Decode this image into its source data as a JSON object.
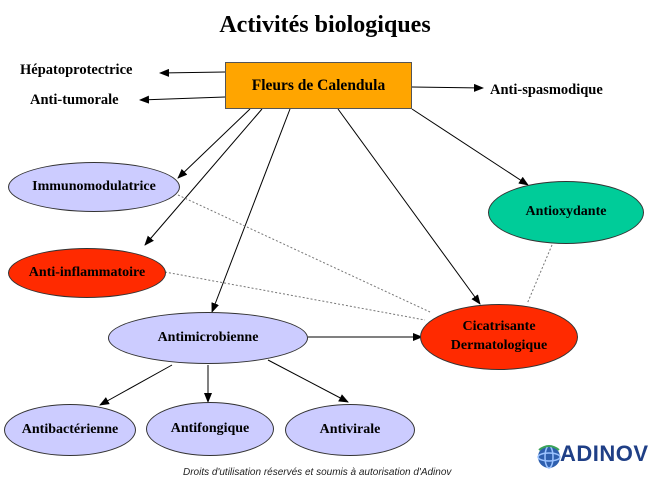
{
  "title": "Activités biologiques",
  "source": "Fleurs de Calendula",
  "outer_labels": {
    "hepatoprotectrice": "Hépatoprotectrice",
    "anti_tumorale": "Anti-tumorale",
    "anti_spasmodique": "Anti-spasmodique"
  },
  "nodes": {
    "immunomodulatrice": "Immunomodulatrice",
    "anti_inflammatoire": "Anti-inflammatoire",
    "antimicrobienne": "Antimicrobienne",
    "antioxydante": "Antioxydante",
    "cicatrisante_line1": "Cicatrisante",
    "cicatrisante_line2": "Dermatologique",
    "antibacterienne": "Antibactérienne",
    "antifongique": "Antifongique",
    "antivirale": "Antivirale"
  },
  "footer": "Droits d'utilisation réservés et  soumis à autorisation d'Adinov",
  "logo": "ADINOV",
  "colors": {
    "source_fill": "#ffa500",
    "lilac": "#ccccff",
    "red": "#ff2a00",
    "teal": "#00cc99",
    "logo_blue": "#1f3f86"
  }
}
